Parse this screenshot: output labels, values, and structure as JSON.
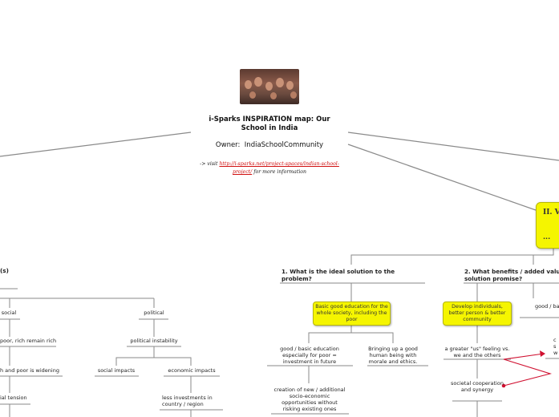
{
  "central": {
    "title": "i-Sparks INSPIRATION map: Our School in India",
    "owner_label": "Owner:",
    "owner_name": "IndiaSchoolCommunity",
    "visit_prefix": "-> visit",
    "visit_link": "http://i-sparks.net/project-spaces/indian-school-project/",
    "visit_suffix": "for more information"
  },
  "branch_right": {
    "label": "II. V",
    "ellipsis": "..."
  },
  "nodes": {
    "left_header": "(s)",
    "social": "social",
    "political": "political",
    "poor_rich": "poor, rich remain rich",
    "political_instability": "political instability",
    "gap_widening": "h and poor is widening",
    "social_impacts": "social impacts",
    "economic_impacts": "economic impacts",
    "social_tension": "ial tension",
    "less_investments": "less investments in country / region",
    "q1": "1. What is the ideal solution to the problem?",
    "q2": "2. What benefits / added valu solution promise?",
    "basic_education": "Basic good education for the whole society, including the poor",
    "develop_individuals": "Develop individuals, better person & better community",
    "good_basic_edu": "good / basic education especially for poor = investment in future",
    "bringing_up": "Bringing up a good human being with morale and ethics.",
    "greater_us": "a greater \"us\" feeling vs. we and the others",
    "good_ba": "good / ba",
    "creation": "creation of new / additional socio-economic opportunities without risking existing ones",
    "societal": "societal cooperation and synergy",
    "right_cut": "c s w"
  },
  "colors": {
    "line": "#8a8a8a",
    "yellow": "#f5f500",
    "arrow": "#d01030",
    "link": "#d01010"
  }
}
